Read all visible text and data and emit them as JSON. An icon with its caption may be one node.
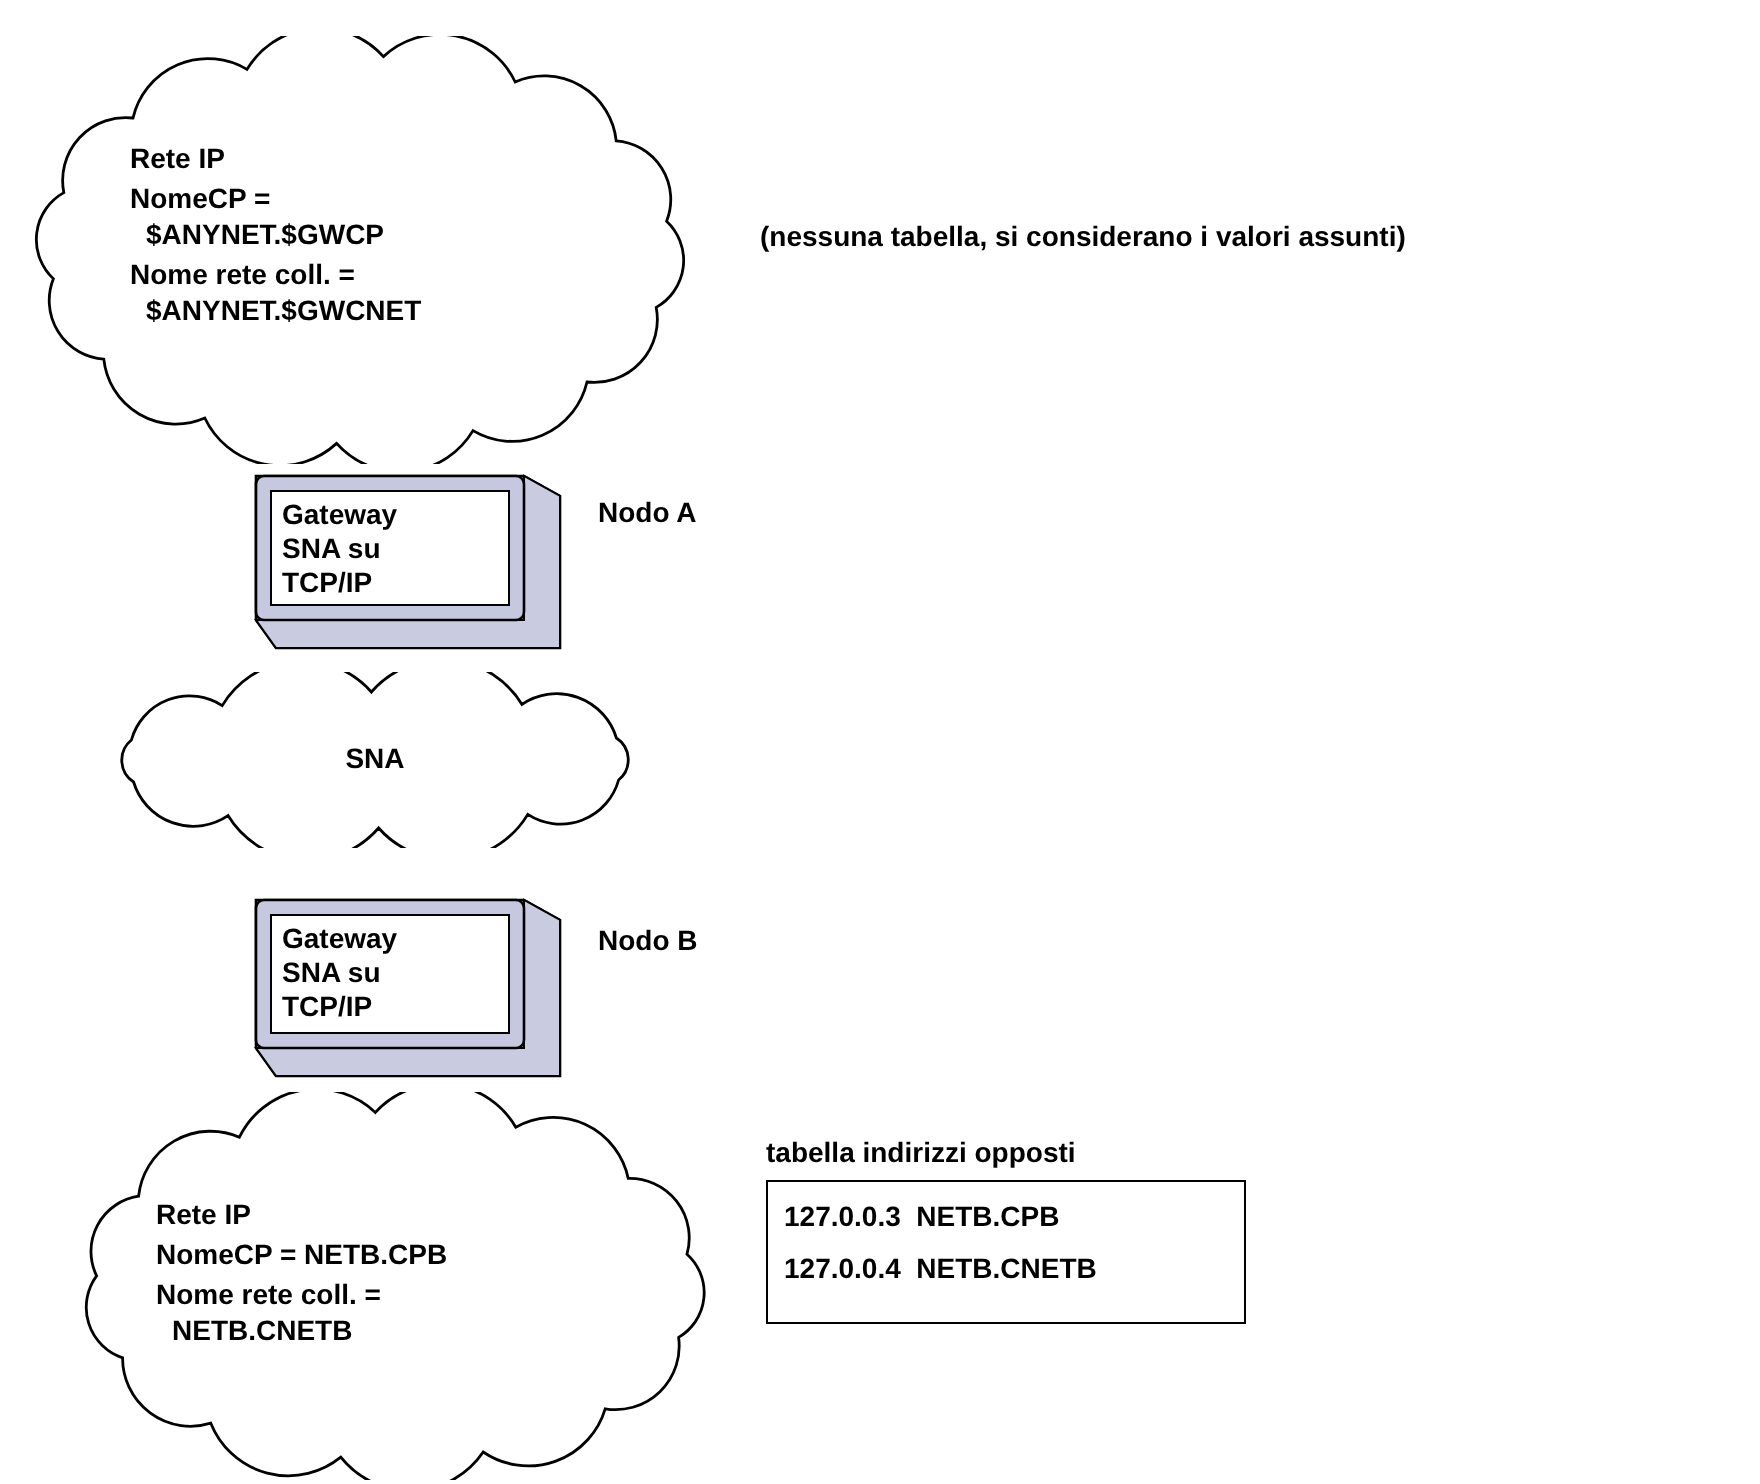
{
  "diagram": {
    "nodes": [
      {
        "text": [
          "Rete IP",
          "NomeCP = $ANYNET.$GWCP",
          "Nome rete coll. = $ANYNET.$GWCNET"
        ],
        "beside": [
          "(nessuna tabella, si considerano i valori assunti)"
        ]
      },
      {
        "text": [
          "Gateway SNA su TCP/IP"
        ],
        "beside": [
          "Nodo A"
        ]
      },
      {
        "text": [
          "SNA"
        ]
      },
      {
        "text": [
          "Gateway SNA su TCP/IP"
        ],
        "beside": [
          "Nodo B"
        ]
      },
      {
        "text": [
          "Rete IP",
          "NomeCP = NETB.CPB",
          "Nome rete coll. = NETB.CNETB"
        ]
      },
      {
        "text": [
          "tabella indirizzi opposti",
          "127.0.0.3  NETB.CPB",
          "127.0.0.4  NETB.CNETB"
        ]
      }
    ]
  }
}
